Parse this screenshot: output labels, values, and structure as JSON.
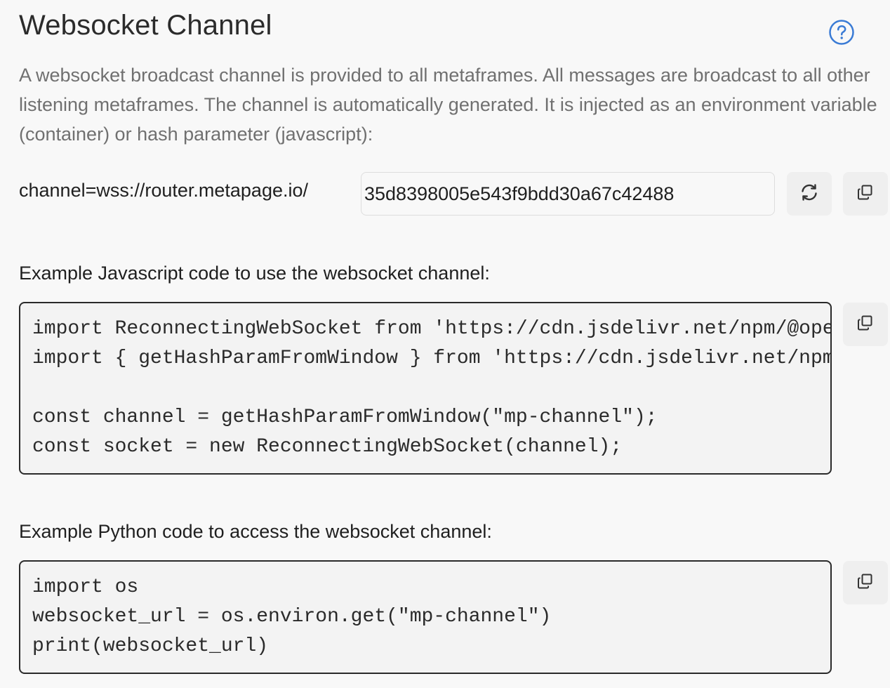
{
  "header": {
    "title": "Websocket Channel",
    "help_icon": "help-circle-icon",
    "accent_color": "#3a7bd5"
  },
  "description": "A websocket broadcast channel is provided to all metaframes. All messages are broadcast to all other listening metaframes. The channel is automatically generated. It is injected as an environment variable (container) or hash parameter (javascript):",
  "channel": {
    "prefix": "channel=wss://router.metapage.io/",
    "value": "35d8398005e543f9bdd30a67c42488",
    "refresh_icon": "refresh-icon",
    "copy_icon": "copy-icon"
  },
  "javascript_example": {
    "label": "Example Javascript code to use the websocket channel:",
    "lines": [
      "import ReconnectingWebSocket from 'https://cdn.jsdelivr.net/npm/@ope",
      "import { getHashParamFromWindow } from 'https://cdn.jsdelivr.net/npm",
      "",
      "const channel = getHashParamFromWindow(\"mp-channel\");",
      "const socket = new ReconnectingWebSocket(channel);"
    ],
    "copy_icon": "copy-icon"
  },
  "python_example": {
    "label": "Example Python code to access the websocket channel:",
    "lines": [
      "import os",
      "websocket_url = os.environ.get(\"mp-channel\")",
      "print(websocket_url)"
    ],
    "copy_icon": "copy-icon"
  }
}
